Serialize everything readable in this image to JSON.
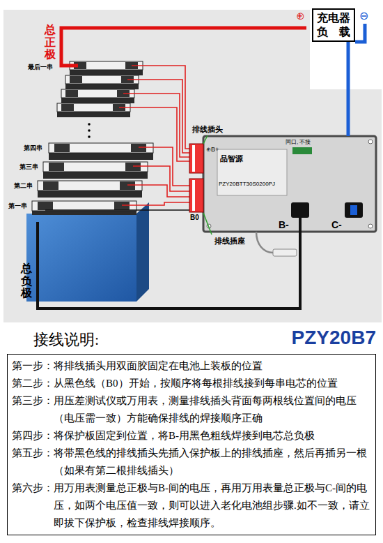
{
  "diagram": {
    "title": "接线说明:",
    "nodes": [
      {
        "text": [
          "充电器 负载"
        ]
      },
      {
        "text": [
          "品智源",
          "PZY20BTT30S0200PJ"
        ]
      },
      {
        "text": [
          "第一步：将排线插头用双面胶固定在电池上装板的位置",
          "第二步：从黑色线（B0）开始，按顺序将每根排线接到每串电芯的位置",
          "第三步：用压差测试仪或万用表，测量排线插头背面每两根线位置间的电压（电压需一致）方能确保排线的焊接顺序正确",
          "第四步：将保护板固定到位置，将B-用黑色粗线焊接到电芯总负极",
          "第五步：将带黑色线的排线插头先插入保护板上的排线插座，然后再插另一根（如果有第二根排线插头）",
          "第六步：用万用表测量总正极与B-间的电压，再用万用表量总正极与C-间的电压，如两个电压值一致，则可以进入老化电池组步骤.如不一致，请立即拔下保护板，检查排线焊接顺序。"
        ]
      }
    ],
    "edges": [
      {
        "from": 1,
        "to": 0,
        "arrow": "none"
      }
    ],
    "labels": [
      "总正极",
      "最后一串",
      "第四串",
      "第三串",
      "第二串",
      "第一串",
      "总负极",
      "⊕",
      "⊖",
      "排线插头",
      "⊕B+",
      "同口, 不接",
      "B0",
      "排线插座",
      "B-",
      "C-",
      "PZY20B7"
    ]
  }
}
